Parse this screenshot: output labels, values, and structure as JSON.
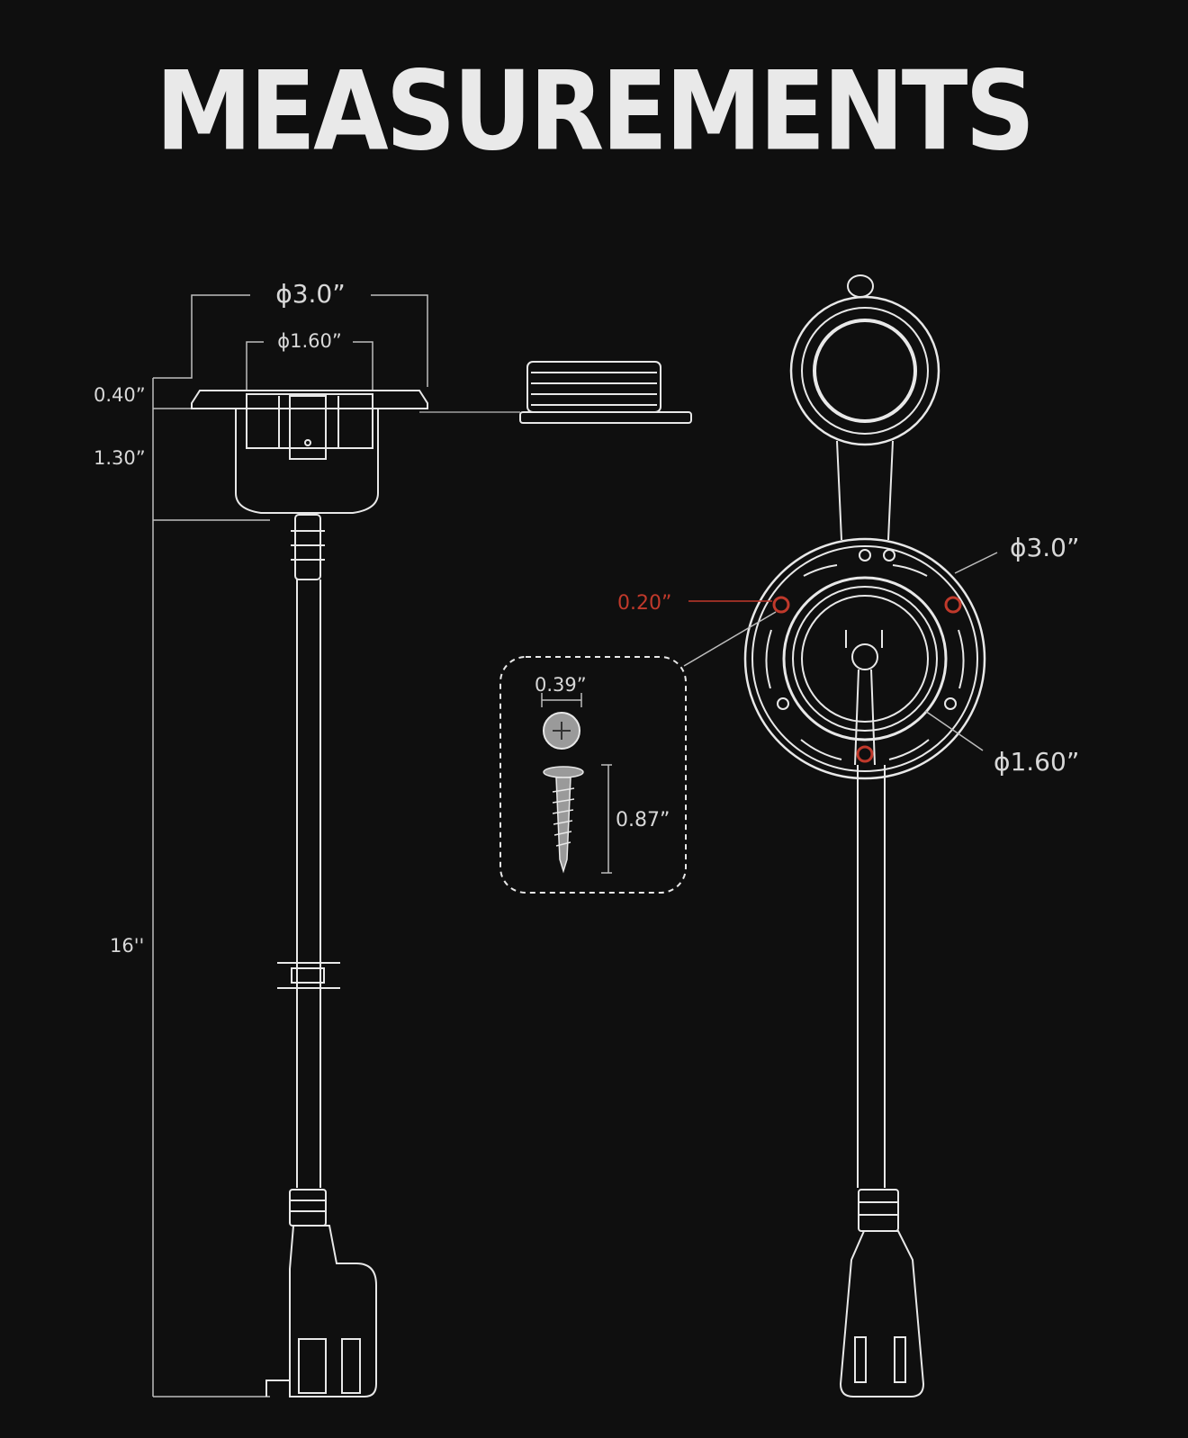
{
  "title": "MEASUREMENTS",
  "colors": {
    "background": "#0f0f0f",
    "line": "#e8e8e8",
    "dim": "#bdbdbd",
    "accent": "#c0392b"
  },
  "side_view": {
    "outer_diameter": "ϕ3.0”",
    "inner_diameter": "ϕ1.60”",
    "flange_height": "0.40”",
    "body_height": "1.30”",
    "cord_length": "16''"
  },
  "top_view": {
    "outer_diameter": "ϕ3.0”",
    "inner_diameter": "ϕ1.60”",
    "hole_size": "0.20”"
  },
  "screw": {
    "head_width": "0.39”",
    "length": "0.87”"
  }
}
